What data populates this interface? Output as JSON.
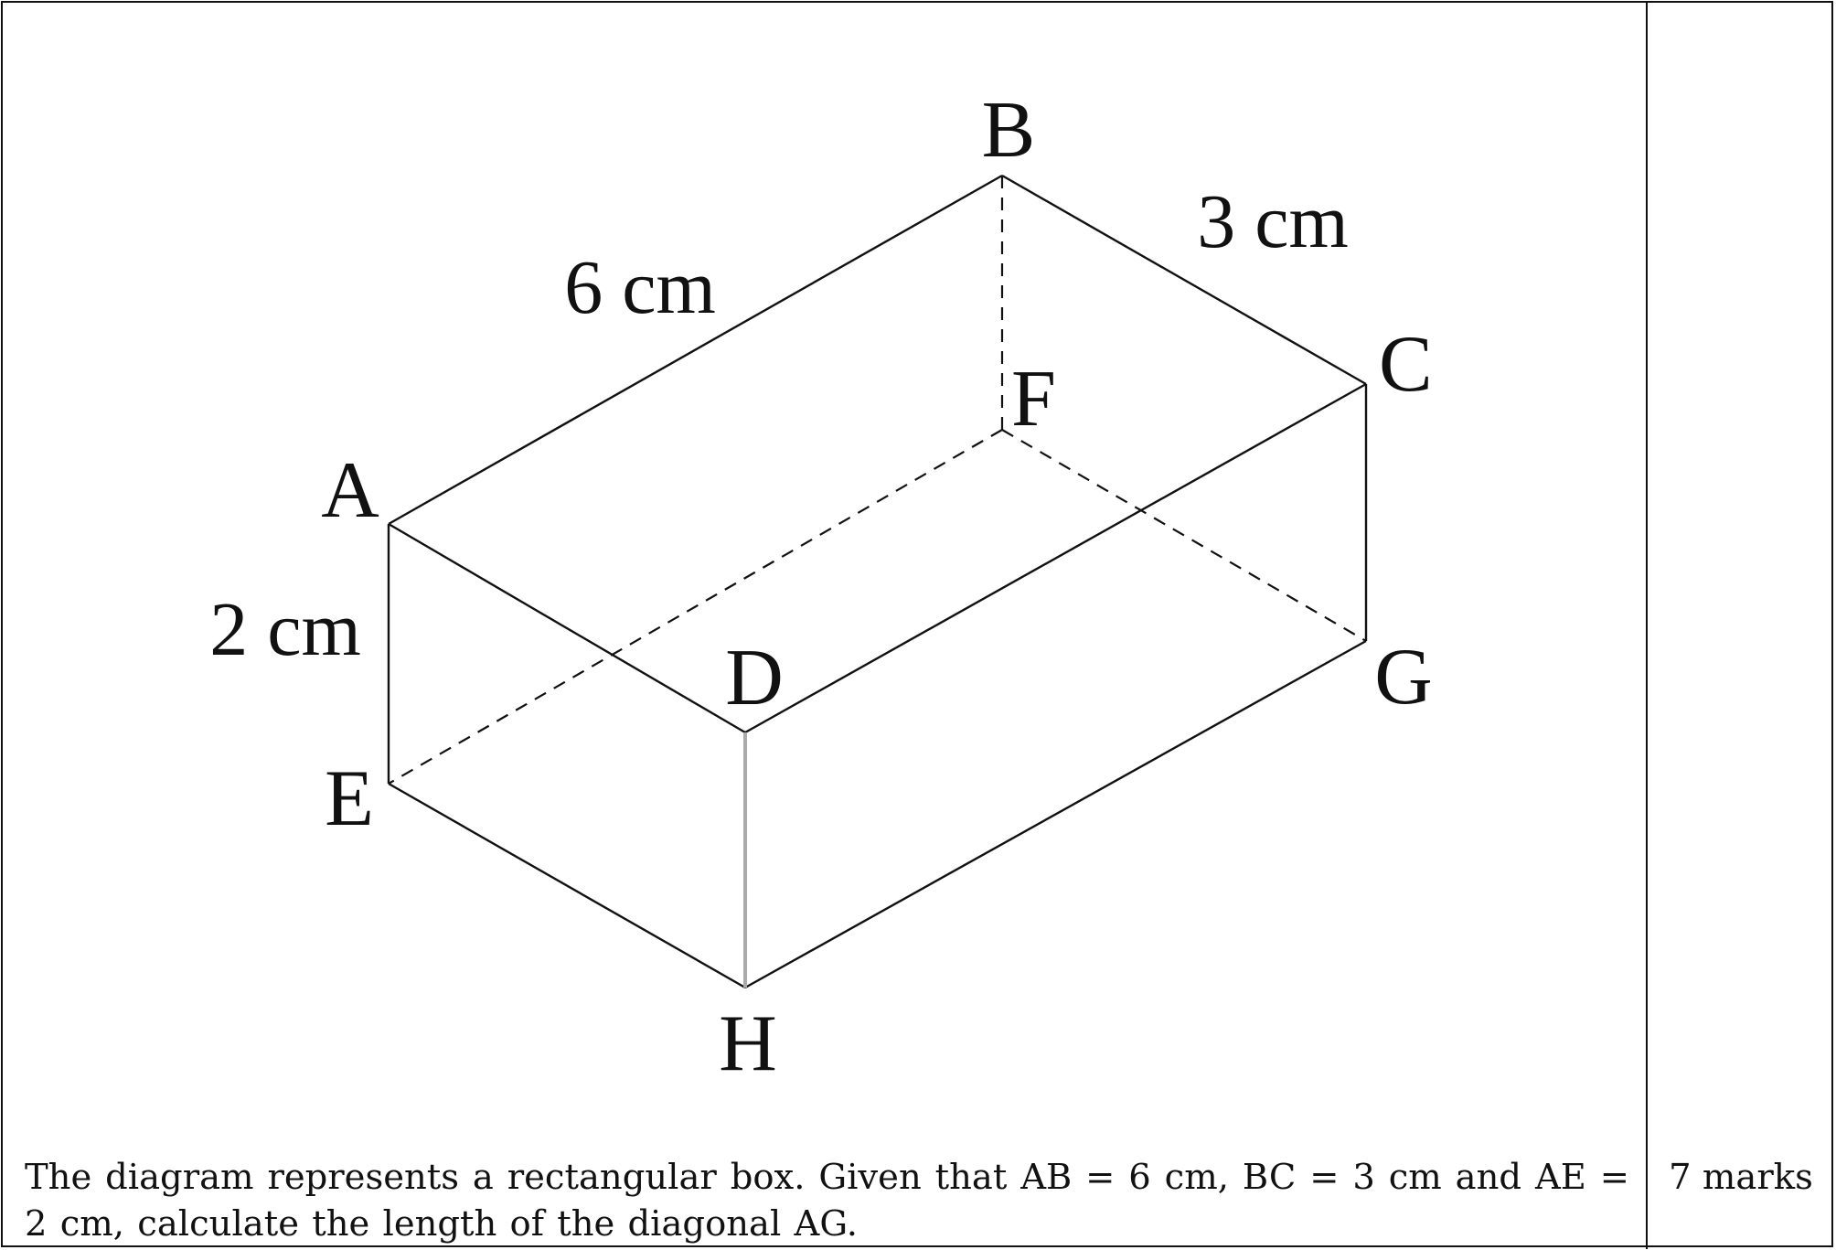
{
  "diagram": {
    "vertices": {
      "A": "A",
      "B": "B",
      "C": "C",
      "D": "D",
      "E": "E",
      "F": "F",
      "G": "G",
      "H": "H"
    },
    "edge_labels": {
      "ab": "6 cm",
      "bc": "3 cm",
      "ae": "2 cm"
    }
  },
  "question": {
    "text": "The diagram represents a rectangular box.  Given that AB = 6 cm, BC = 3 cm and AE = 2 cm, calculate the length of the diagonal AG.",
    "marks": "7 marks"
  },
  "colors": {
    "ink": "#111111",
    "front_edge": "#aaaaaa"
  }
}
